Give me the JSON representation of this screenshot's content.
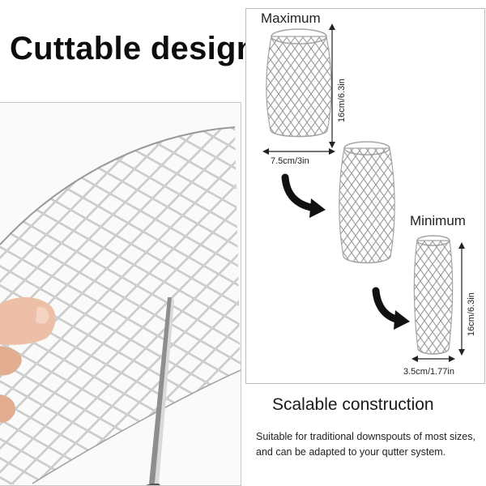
{
  "headline": "Cuttable design",
  "diagram": {
    "maximum_label": "Maximum",
    "maximum_height": "16cm/6.3in",
    "maximum_width": "7.5cm/3in",
    "minimum_label": "Minimum",
    "minimum_height": "16cm/6.3in",
    "minimum_width": "3.5cm/1.77in"
  },
  "section": {
    "title": "Scalable construction",
    "description": "Suitable for traditional downspouts of most sizes, and can be adapted to your qutter system."
  },
  "colors": {
    "mesh": "#a9a9a9",
    "mesh_light": "#d2d2d2",
    "skin": "#e9b9a0",
    "arrow": "#111111"
  },
  "icons": [
    "curved-arrow-icon",
    "scissors-icon"
  ]
}
